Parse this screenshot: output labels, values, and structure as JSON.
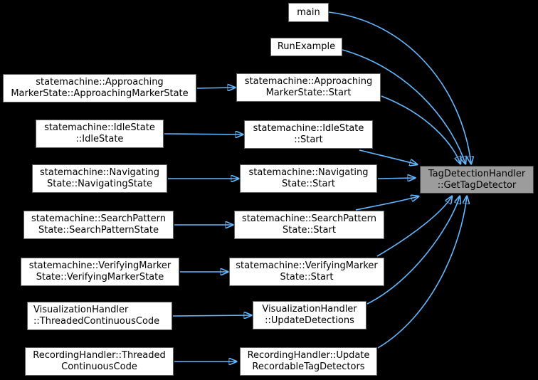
{
  "diagram": {
    "type": "call-graph",
    "description": "Caller graph for TagDetectionHandler::GetTagDetector",
    "colors": {
      "background": "#000000",
      "edge": "#63b8ff",
      "node_fill": "#ffffff",
      "node_border": "#606060",
      "node_text": "#000000",
      "highlight_fill": "#9c9c9c",
      "highlight_border": "#404040"
    },
    "nodes": {
      "main": {
        "label": "main"
      },
      "run_example": {
        "label": "RunExample"
      },
      "approaching_ctor": {
        "label": "statemachine::Approaching\nMarkerState::ApproachingMarkerState"
      },
      "idle_ctor": {
        "label": "statemachine::IdleState\n::IdleState"
      },
      "navigating_ctor": {
        "label": "statemachine::Navigating\nState::NavigatingState"
      },
      "searchpattern_ctor": {
        "label": "statemachine::SearchPattern\nState::SearchPatternState"
      },
      "verifying_ctor": {
        "label": "statemachine::VerifyingMarker\nState::VerifyingMarkerState"
      },
      "viz_threaded": {
        "label": "VisualizationHandler\n::ThreadedContinuousCode"
      },
      "rec_threaded": {
        "label": "RecordingHandler::Threaded\nContinuousCode"
      },
      "approaching_start": {
        "label": "statemachine::Approaching\nMarkerState::Start"
      },
      "idle_start": {
        "label": "statemachine::IdleState\n::Start"
      },
      "navigating_start": {
        "label": "statemachine::Navigating\nState::Start"
      },
      "searchpattern_start": {
        "label": "statemachine::SearchPattern\nState::Start"
      },
      "verifying_start": {
        "label": "statemachine::VerifyingMarker\nState::Start"
      },
      "viz_update": {
        "label": "VisualizationHandler\n::UpdateDetections"
      },
      "rec_update": {
        "label": "RecordingHandler::Update\nRecordableTagDetectors"
      },
      "get_tag_detector": {
        "label": "TagDetectionHandler\n::GetTagDetector"
      }
    },
    "edges": [
      {
        "from": "main",
        "to": "get_tag_detector"
      },
      {
        "from": "run_example",
        "to": "get_tag_detector"
      },
      {
        "from": "approaching_ctor",
        "to": "approaching_start"
      },
      {
        "from": "approaching_start",
        "to": "get_tag_detector"
      },
      {
        "from": "idle_ctor",
        "to": "idle_start"
      },
      {
        "from": "idle_start",
        "to": "get_tag_detector"
      },
      {
        "from": "navigating_ctor",
        "to": "navigating_start"
      },
      {
        "from": "navigating_start",
        "to": "get_tag_detector"
      },
      {
        "from": "searchpattern_ctor",
        "to": "searchpattern_start"
      },
      {
        "from": "searchpattern_start",
        "to": "get_tag_detector"
      },
      {
        "from": "verifying_ctor",
        "to": "verifying_start"
      },
      {
        "from": "verifying_start",
        "to": "get_tag_detector"
      },
      {
        "from": "viz_threaded",
        "to": "viz_update"
      },
      {
        "from": "viz_update",
        "to": "get_tag_detector"
      },
      {
        "from": "rec_threaded",
        "to": "rec_update"
      },
      {
        "from": "rec_update",
        "to": "get_tag_detector"
      }
    ]
  }
}
